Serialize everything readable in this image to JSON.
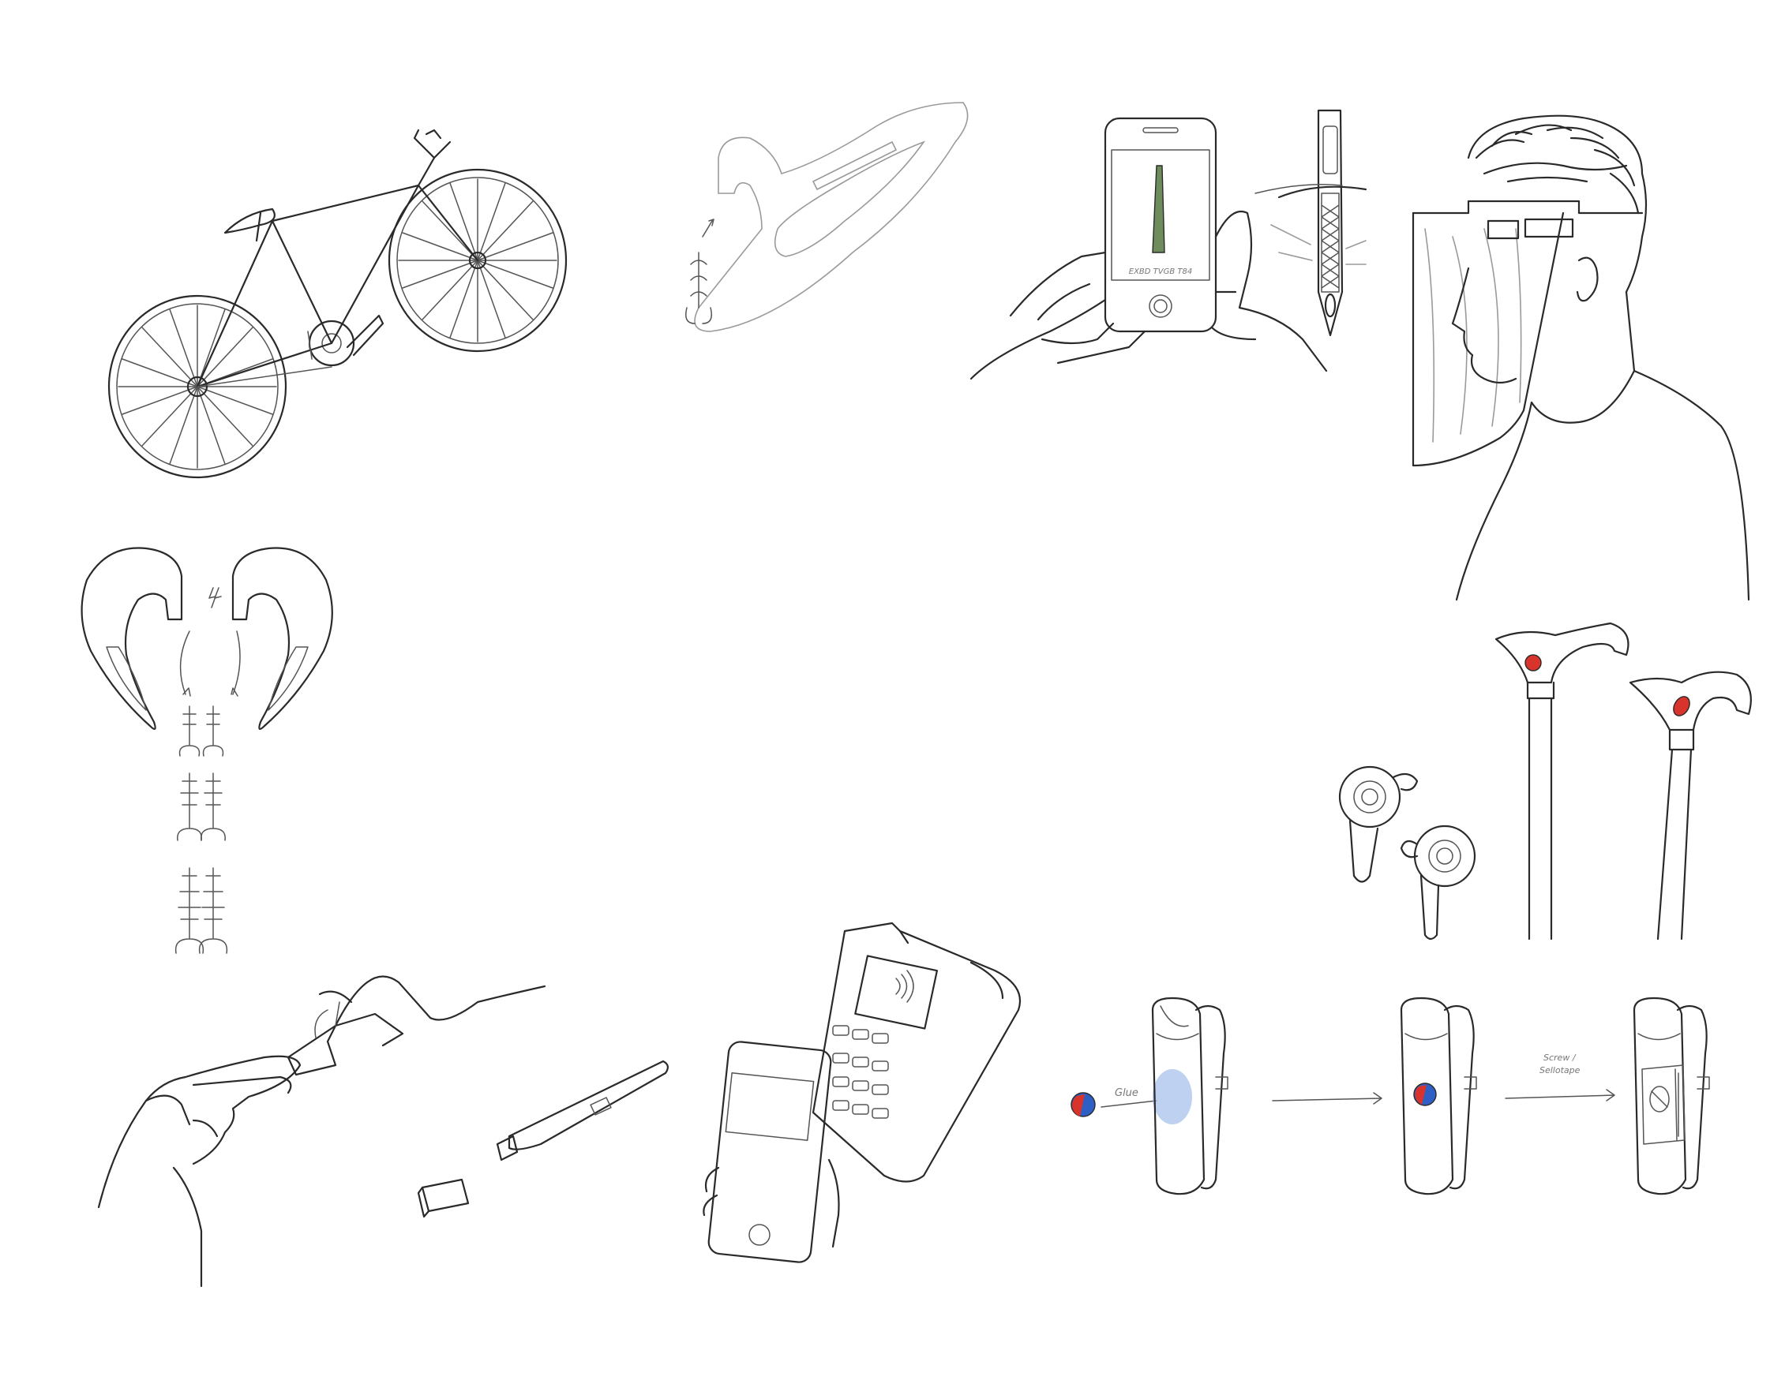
{
  "sheet": {
    "phone_screen_text": "EXBD  TVGB  T84",
    "clip_step1_label": "Glue",
    "clip_step3_label_line1": "Screw /",
    "clip_step3_label_line2": "Sellotape"
  },
  "colors": {
    "line": "#2a2a2a",
    "background": "#ffffff",
    "magnet_red": "#d8342c",
    "magnet_blue": "#2f5fc4",
    "glue_blue": "#a9c2ec",
    "screen_green": "#6e8c5c"
  },
  "icons": [
    "bicycle-icon",
    "ear-hook-icon",
    "hands-holding-phone-icon",
    "test-stick-icon",
    "face-shield-person-icon",
    "ear-hooks-with-tips-icon",
    "hands-applying-strip-icon",
    "payment-terminal-icon",
    "earbuds-icon",
    "walking-cane-icon",
    "clip-magnet-icon",
    "arrow-icon"
  ]
}
